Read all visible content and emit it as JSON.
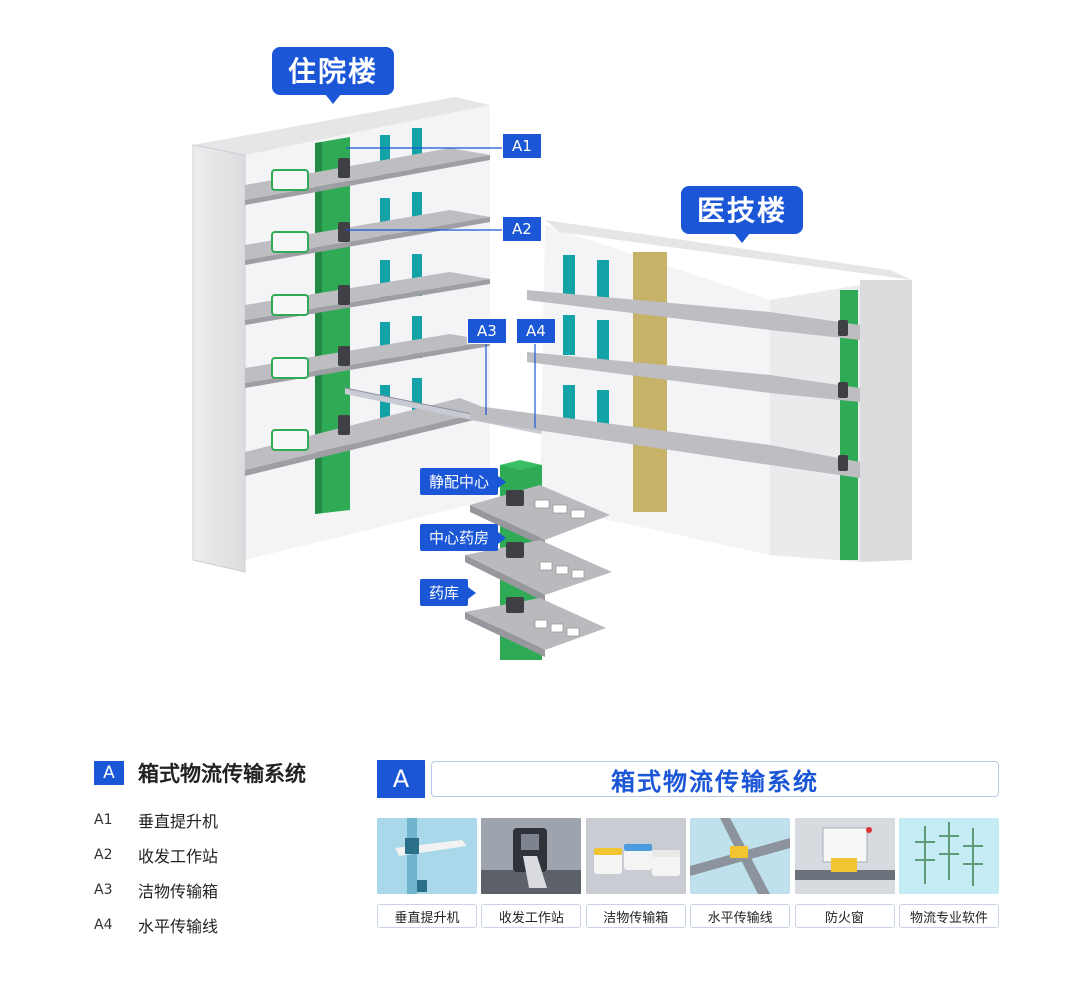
{
  "buildings": {
    "inpatient": "住院楼",
    "medtech": "医技楼"
  },
  "callouts": [
    "A1",
    "A2",
    "A3",
    "A4"
  ],
  "floors": {
    "pivas": "静配中心",
    "central_pharmacy": "中心药房",
    "warehouse": "药库"
  },
  "legend": {
    "code": "A",
    "title": "箱式物流传输系统",
    "items": [
      {
        "code": "A1",
        "label": "垂直提升机"
      },
      {
        "code": "A2",
        "label": "收发工作站"
      },
      {
        "code": "A3",
        "label": "洁物传输箱"
      },
      {
        "code": "A4",
        "label": "水平传输线"
      }
    ]
  },
  "panel": {
    "code": "A",
    "title": "箱式物流传输系统",
    "cards": [
      "垂直提升机",
      "收发工作站",
      "洁物传输箱",
      "水平传输线",
      "防火窗",
      "物流专业软件"
    ]
  },
  "colors": {
    "accent": "#1a56d6",
    "lift_green": "#2faa55",
    "door_teal": "#13a3a6",
    "shaft_gold": "#c7b26a"
  }
}
